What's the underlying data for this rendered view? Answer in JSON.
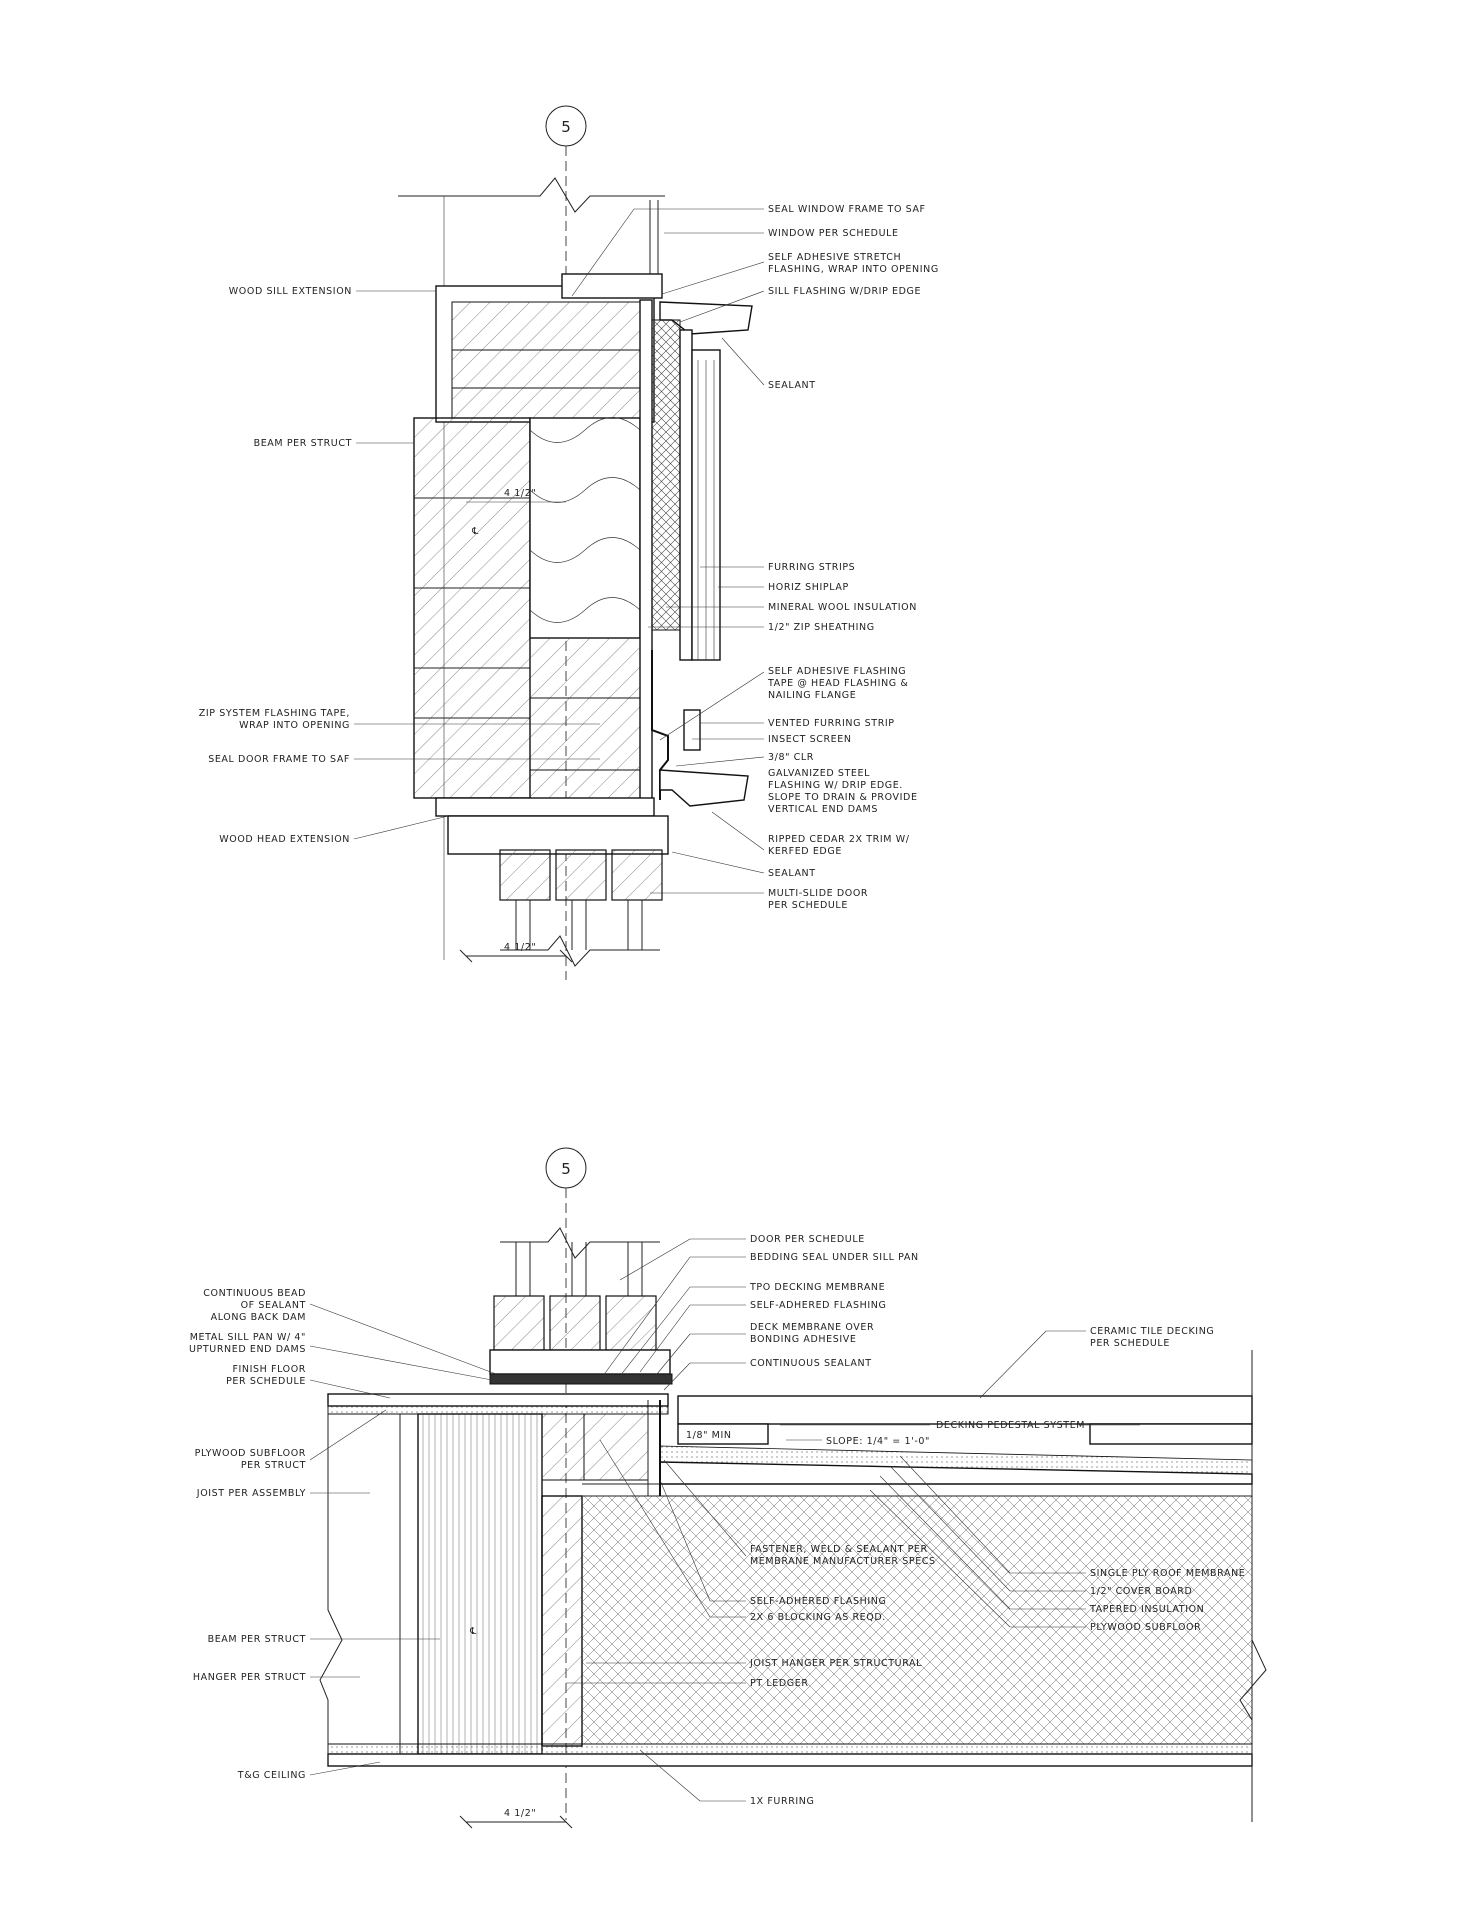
{
  "grid_bubble_top": "5",
  "grid_bubble_bottom": "5",
  "top_detail": {
    "left_labels": [
      "WOOD SILL EXTENSION",
      "BEAM PER STRUCT",
      "ZIP SYSTEM FLASHING TAPE,",
      "WRAP INTO OPENING",
      "SEAL DOOR FRAME TO SAF",
      "WOOD HEAD EXTENSION"
    ],
    "right_labels": [
      "SEAL WINDOW FRAME TO SAF",
      "WINDOW PER SCHEDULE",
      "SELF ADHESIVE STRETCH",
      "FLASHING, WRAP INTO OPENING",
      "SILL FLASHING W/DRIP EDGE",
      "SEALANT",
      "FURRING STRIPS",
      "HORIZ SHIPLAP",
      "MINERAL WOOL INSULATION",
      "1/2\" ZIP SHEATHING",
      "SELF ADHESIVE FLASHING",
      "TAPE @ HEAD FLASHING &",
      "NAILING FLANGE",
      "VENTED FURRING STRIP",
      "INSECT SCREEN",
      "3/8\" CLR",
      "GALVANIZED STEEL",
      "FLASHING W/ DRIP EDGE.",
      "SLOPE TO DRAIN & PROVIDE",
      "VERTICAL END DAMS",
      "RIPPED CEDAR 2X TRIM W/",
      "KERFED EDGE",
      "SEALANT",
      "MULTI-SLIDE DOOR",
      "PER SCHEDULE"
    ],
    "dim_inner": "4 1/2\"",
    "dim_bottom": "4 1/2\"",
    "centerline": "℄"
  },
  "bottom_detail": {
    "left_labels": [
      "CONTINUOUS BEAD",
      "OF SEALANT",
      "ALONG BACK DAM",
      "METAL SILL PAN W/ 4\"",
      "UPTURNED END DAMS",
      "FINISH FLOOR",
      "PER SCHEDULE",
      "PLYWOOD SUBFLOOR",
      "PER STRUCT",
      "JOIST PER ASSEMBLY",
      "BEAM PER STRUCT",
      "HANGER PER STRUCT",
      "T&G CEILING"
    ],
    "right_labels": [
      "DOOR PER SCHEDULE",
      "BEDDING SEAL UNDER SILL PAN",
      "TPO DECKING MEMBRANE",
      "SELF-ADHERED FLASHING",
      "DECK MEMBRANE OVER",
      "BONDING ADHESIVE",
      "CONTINUOUS SEALANT",
      "CERAMIC TILE DECKING",
      "PER SCHEDULE",
      "DECKING PEDESTAL SYSTEM",
      "FASTENER, WELD & SEALANT PER",
      "MEMBRANE MANUFACTURER SPECS",
      "SELF-ADHERED FLASHING",
      "2X 6 BLOCKING AS REQD.",
      "JOIST HANGER PER STRUCTURAL",
      "PT LEDGER",
      "1X FURRING",
      "SINGLE PLY ROOF MEMBRANE",
      "1/2\" COVER BOARD",
      "TAPERED INSULATION",
      "PLYWOOD SUBFLOOR"
    ],
    "slope_note": "SLOPE: 1/4\" = 1'-0\"",
    "min_note": "1/8\" MIN",
    "dim_bottom": "4 1/2\"",
    "centerline": "℄"
  }
}
